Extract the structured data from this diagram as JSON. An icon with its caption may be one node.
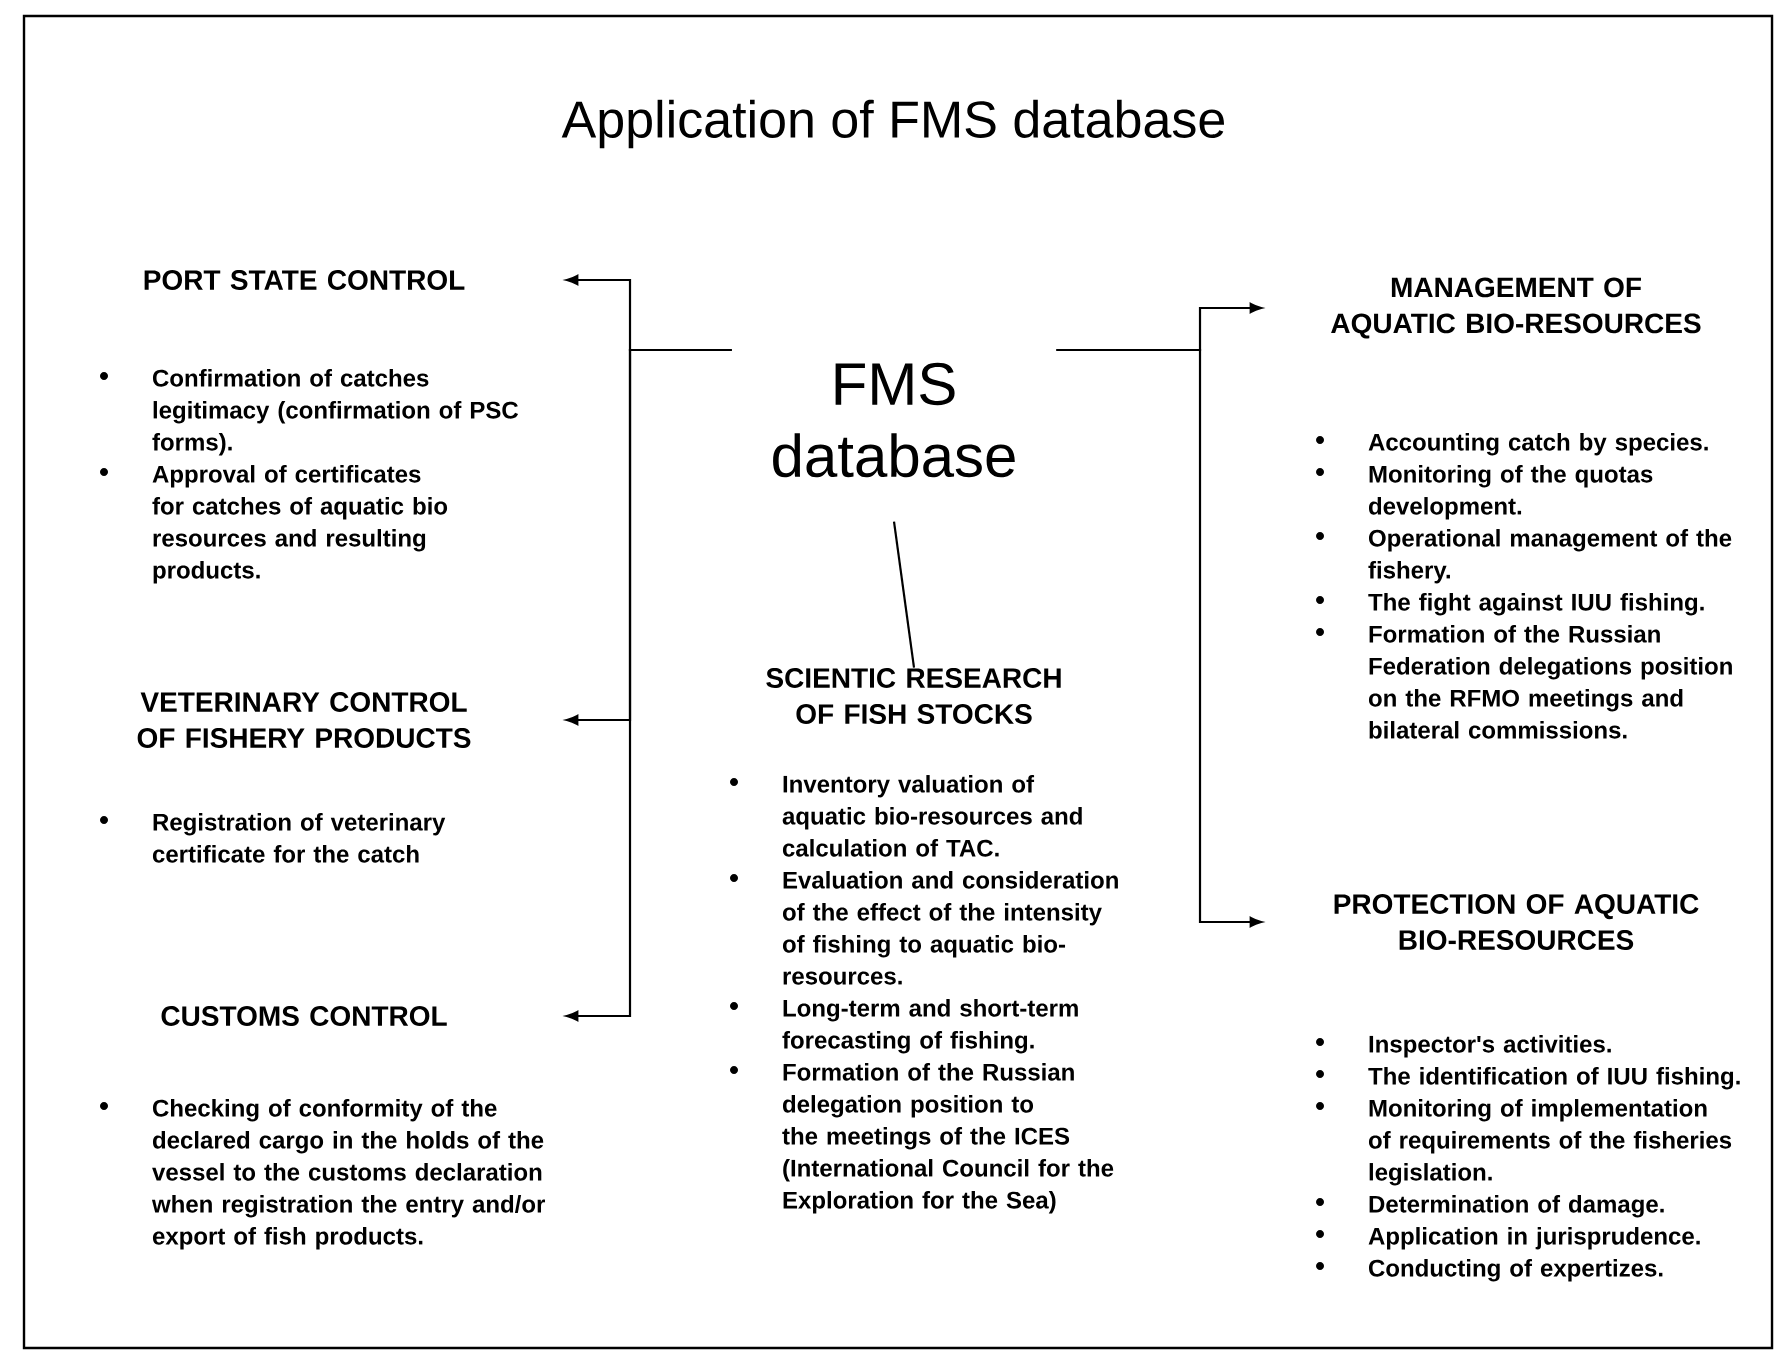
{
  "diagram": {
    "title": "Application of FMS database",
    "nodes": [
      {
        "text": [
          "FMS database"
        ]
      },
      {
        "text": [
          "PORT STATE CONTROL"
        ],
        "beside": [
          "Confirmation of catches legitimacy (confirmation of PSC forms).",
          "Approval  of certificates for catches of aquatic bio resources  and resulting products."
        ]
      },
      {
        "text": [
          "VETERINARY CONTROL OF FISHERY PRODUCTS"
        ],
        "beside": [
          "Registration of veterinary certificate for the catch"
        ]
      },
      {
        "text": [
          "CUSTOMS CONTROL"
        ],
        "beside": [
          "Checking of conformity of the declared cargo in the holds of the vessel to the customs declaration when registration the entry and/or export  of fish products."
        ]
      },
      {
        "text": [
          "SCIENTIC RESEARCH OF FISH STOCKS"
        ],
        "beside": [
          "Inventory valuation of aquatic bio-resources and calculation of TAC.",
          "Evaluation and consideration of  the effect  of the intensity of fishing to aquatic bio-resources.",
          "Long-term and short-term forecasting of fishing.",
          "Formation of the Russian delegation position to the meetings of the ICES (International Council for the Exploration for the Sea)"
        ]
      },
      {
        "text": [
          "MANAGEMENT OF AQUATIC BIO-RESOURCES"
        ],
        "beside": [
          "Accounting catch by species.",
          "Monitoring of the quotas development.",
          "Operational management of the fishery.",
          "The fight against IUU fishing.",
          "Formation of the Russian Federation delegations position on the RFMO meetings  and bilateral commissions."
        ]
      },
      {
        "text": [
          "PROTECTION OF AQUATIC BIO-RESOURCES"
        ],
        "beside": [
          "Inspector's activities.",
          "The identification of IUU fishing.",
          "Monitoring  of implementation of requirements  of the fisheries legislation.",
          "Determination of damage.",
          "Application in jurisprudence.",
          "Conducting of expertizes."
        ]
      }
    ],
    "edges": [
      {
        "from": 0,
        "to": 1,
        "arrow": "to"
      },
      {
        "from": 0,
        "to": 2,
        "arrow": "to"
      },
      {
        "from": 0,
        "to": 3,
        "arrow": "to"
      },
      {
        "from": 0,
        "to": 4,
        "arrow": "none"
      },
      {
        "from": 0,
        "to": 5,
        "arrow": "to"
      },
      {
        "from": 0,
        "to": 6,
        "arrow": "to"
      }
    ]
  }
}
